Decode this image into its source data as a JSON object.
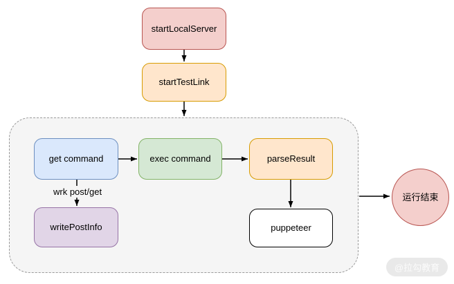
{
  "diagram": {
    "nodes": {
      "start_local_server": {
        "label": "startLocalServer",
        "fill": "#f4cfcc",
        "border": "#b85450"
      },
      "start_test_link": {
        "label": "startTestLink",
        "fill": "#ffe6cc",
        "border": "#d79b00"
      },
      "get_command": {
        "label": "get command",
        "fill": "#dae8fc",
        "border": "#6c8ebf"
      },
      "exec_command": {
        "label": "exec command",
        "fill": "#d5e8d4",
        "border": "#82b366"
      },
      "parse_result": {
        "label": "parseResult",
        "fill": "#ffe6cc",
        "border": "#d79b00"
      },
      "write_post_info": {
        "label": "writePostInfo",
        "fill": "#e1d5e7",
        "border": "#9673a6"
      },
      "puppeteer": {
        "label": "puppeteer",
        "fill": "#ffffff",
        "border": "#000000"
      },
      "run_finished": {
        "label": "运行结束",
        "fill": "#f4cfcc",
        "border": "#b85450",
        "shape": "circle"
      }
    },
    "group": {
      "fill": "#f5f5f5",
      "border": "#999999",
      "border_style": "dashed"
    },
    "edges": {
      "get_to_write": {
        "label": "wrk post/get"
      }
    },
    "connector_color": "#000000"
  },
  "watermark": {
    "label": "@拉勾教育",
    "fill": "#e9e9e9",
    "text_color": "#fbfbfb"
  }
}
